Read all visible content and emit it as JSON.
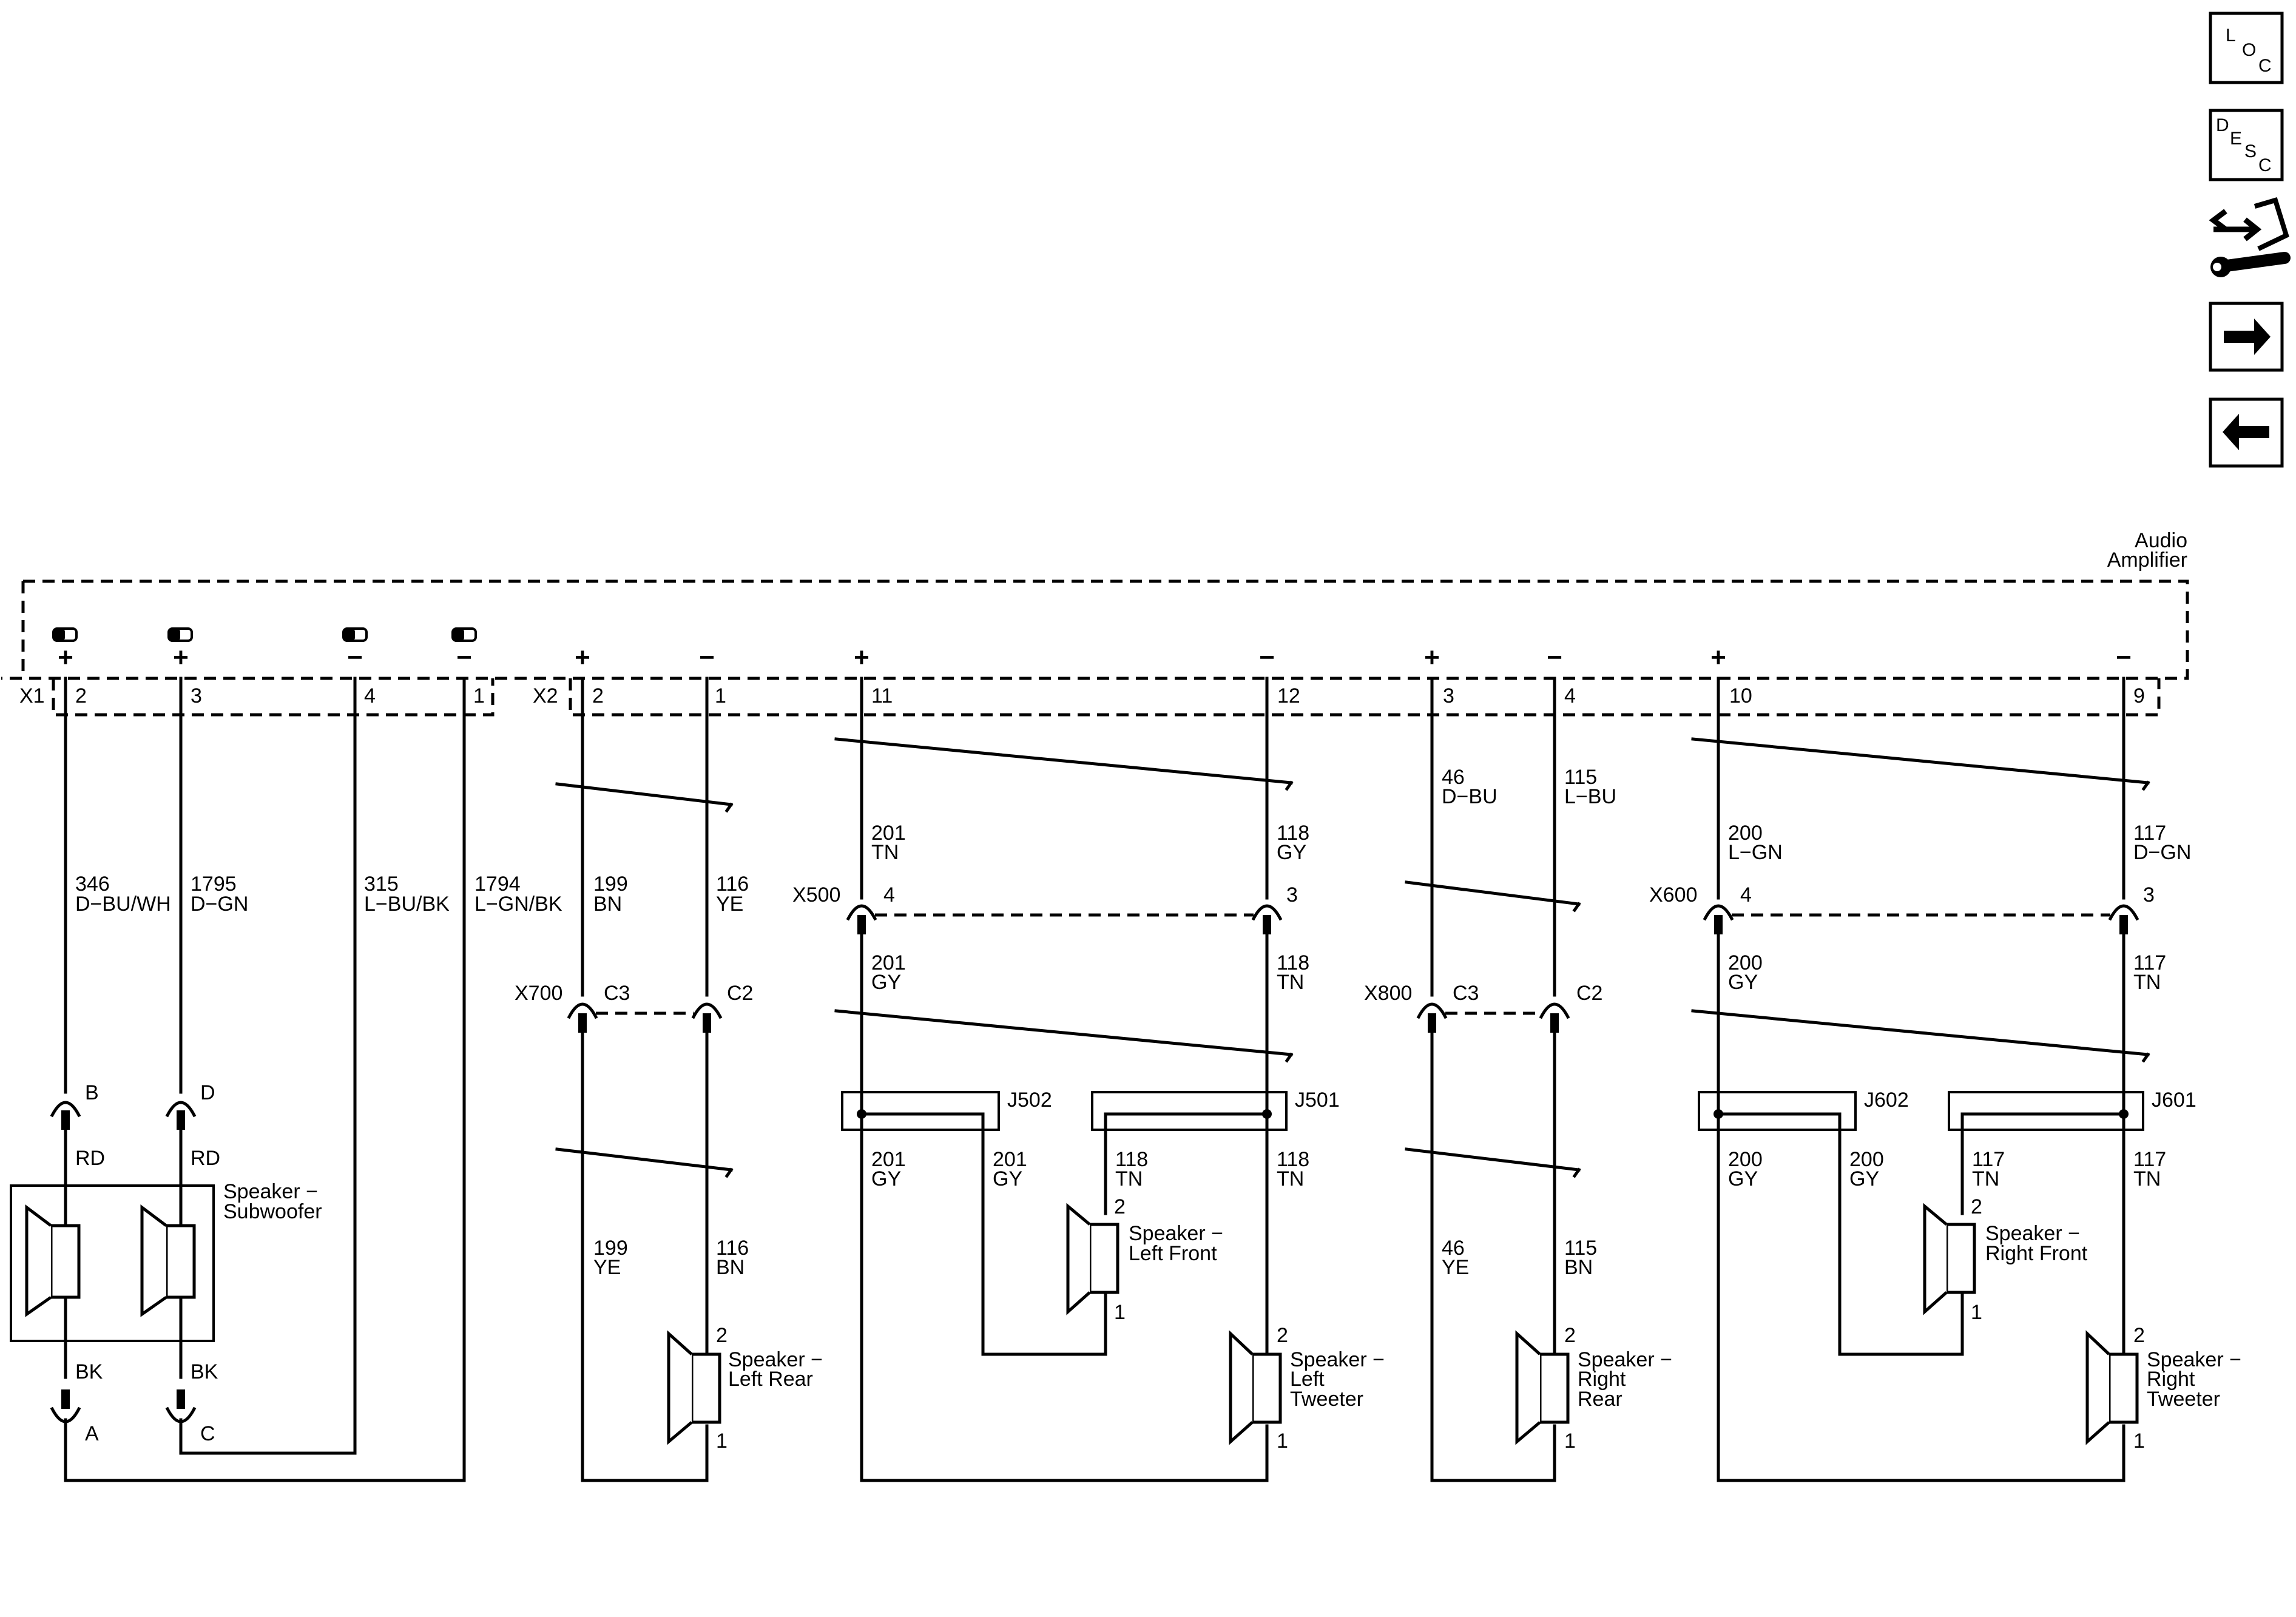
{
  "nav": {
    "loc": [
      "L",
      "O",
      "C"
    ],
    "desc": [
      "D",
      "E",
      "S",
      "C"
    ]
  },
  "module": {
    "name_line1": "Audio",
    "name_line2": "Amplifier"
  },
  "connectors": {
    "x1": "X1",
    "x2": "X2",
    "x500": "X500",
    "x600": "X600",
    "x700": "X700",
    "x800": "X800",
    "j501": "J501",
    "j502": "J502",
    "j601": "J601",
    "j602": "J602"
  },
  "x1_pins": [
    {
      "sign": "+",
      "pin": "2"
    },
    {
      "sign": "+",
      "pin": "3"
    },
    {
      "sign": "−",
      "pin": "4"
    },
    {
      "sign": "−",
      "pin": "1"
    }
  ],
  "x2_pins": [
    {
      "sign": "+",
      "pin": "2"
    },
    {
      "sign": "−",
      "pin": "1"
    },
    {
      "sign": "+",
      "pin": "11"
    },
    {
      "sign": "−",
      "pin": "12"
    },
    {
      "sign": "+",
      "pin": "3"
    },
    {
      "sign": "−",
      "pin": "4"
    },
    {
      "sign": "+",
      "pin": "10"
    },
    {
      "sign": "−",
      "pin": "9"
    }
  ],
  "circuits": {
    "sub_a": {
      "num": "346",
      "color": "D−BU/WH"
    },
    "sub_b": {
      "num": "1795",
      "color": "D−GN"
    },
    "sub_c": {
      "num": "315",
      "color": "L−BU/BK"
    },
    "sub_d": {
      "num": "1794",
      "color": "L−GN/BK"
    },
    "lr_p": {
      "num": "199",
      "color": "BN"
    },
    "lr_m": {
      "num": "116",
      "color": "YE"
    },
    "lr_p2": {
      "num": "199",
      "color": "YE"
    },
    "lr_m2": {
      "num": "116",
      "color": "BN"
    },
    "lf_p": {
      "num": "201",
      "color": "TN"
    },
    "lf_m": {
      "num": "118",
      "color": "GY"
    },
    "lf_p2": {
      "num": "201",
      "color": "GY"
    },
    "lf_m2": {
      "num": "118",
      "color": "TN"
    },
    "lf_p3": {
      "num": "201",
      "color": "GY"
    },
    "lf_p4": {
      "num": "201",
      "color": "GY"
    },
    "lf_m3": {
      "num": "118",
      "color": "TN"
    },
    "lf_m4": {
      "num": "118",
      "color": "TN"
    },
    "rr_p": {
      "num": "46",
      "color": "D−BU"
    },
    "rr_m": {
      "num": "115",
      "color": "L−BU"
    },
    "rr_p2": {
      "num": "46",
      "color": "YE"
    },
    "rr_m2": {
      "num": "115",
      "color": "BN"
    },
    "rf_p": {
      "num": "200",
      "color": "L−GN"
    },
    "rf_m": {
      "num": "117",
      "color": "D−GN"
    },
    "rf_p2": {
      "num": "200",
      "color": "GY"
    },
    "rf_m2": {
      "num": "117",
      "color": "TN"
    },
    "rf_p3": {
      "num": "200",
      "color": "GY"
    },
    "rf_p4": {
      "num": "200",
      "color": "GY"
    },
    "rf_m3": {
      "num": "117",
      "color": "TN"
    },
    "rf_m4": {
      "num": "117",
      "color": "TN"
    }
  },
  "wire_colors": {
    "rd": "RD",
    "bk": "BK"
  },
  "pins": {
    "x500_a": "4",
    "x500_b": "3",
    "x600_a": "4",
    "x600_b": "3",
    "x700_a": "C3",
    "x700_b": "C2",
    "x800_a": "C3",
    "x800_b": "C2",
    "sub_b": "B",
    "sub_d": "D",
    "sub_a": "A",
    "sub_c": "C",
    "spk_2": "2",
    "spk_1": "1"
  },
  "speakers": {
    "subwoofer": [
      "Speaker −",
      "Subwoofer"
    ],
    "left_rear": [
      "Speaker −",
      "Left Rear"
    ],
    "left_front": [
      "Speaker −",
      "Left Front"
    ],
    "left_tweeter": [
      "Speaker −",
      "Left",
      "Tweeter"
    ],
    "right_rear": [
      "Speaker −",
      "Right",
      "Rear"
    ],
    "right_front": [
      "Speaker −",
      "Right Front"
    ],
    "right_tweeter": [
      "Speaker −",
      "Right",
      "Tweeter"
    ]
  }
}
